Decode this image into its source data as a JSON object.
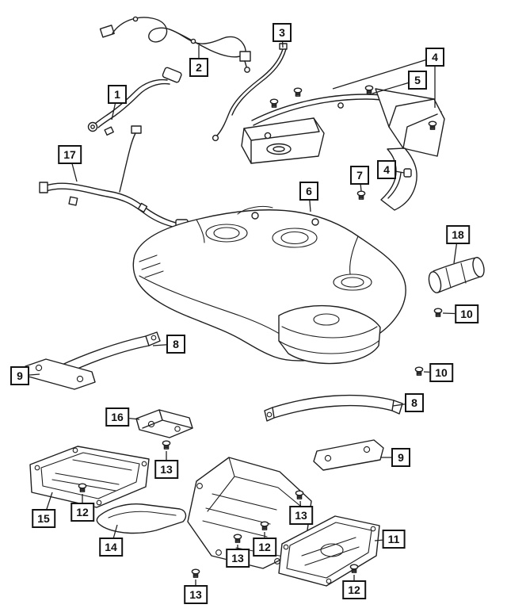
{
  "colors": {
    "background": "#ffffff",
    "line": "#1f1f1f",
    "callout_border": "#141414",
    "callout_text": "#111111"
  },
  "callouts": [
    {
      "label": "1"
    },
    {
      "label": "2"
    },
    {
      "label": "3"
    },
    {
      "label": "4"
    },
    {
      "label": "5"
    },
    {
      "label": "17"
    },
    {
      "label": "7"
    },
    {
      "label": "4"
    },
    {
      "label": "6"
    },
    {
      "label": "18"
    },
    {
      "label": "10"
    },
    {
      "label": "8"
    },
    {
      "label": "9"
    },
    {
      "label": "10"
    },
    {
      "label": "8"
    },
    {
      "label": "16"
    },
    {
      "label": "13"
    },
    {
      "label": "9"
    },
    {
      "label": "15"
    },
    {
      "label": "12"
    },
    {
      "label": "14"
    },
    {
      "label": "13"
    },
    {
      "label": "12"
    },
    {
      "label": "13"
    },
    {
      "label": "11"
    },
    {
      "label": "13"
    },
    {
      "label": "12"
    }
  ]
}
